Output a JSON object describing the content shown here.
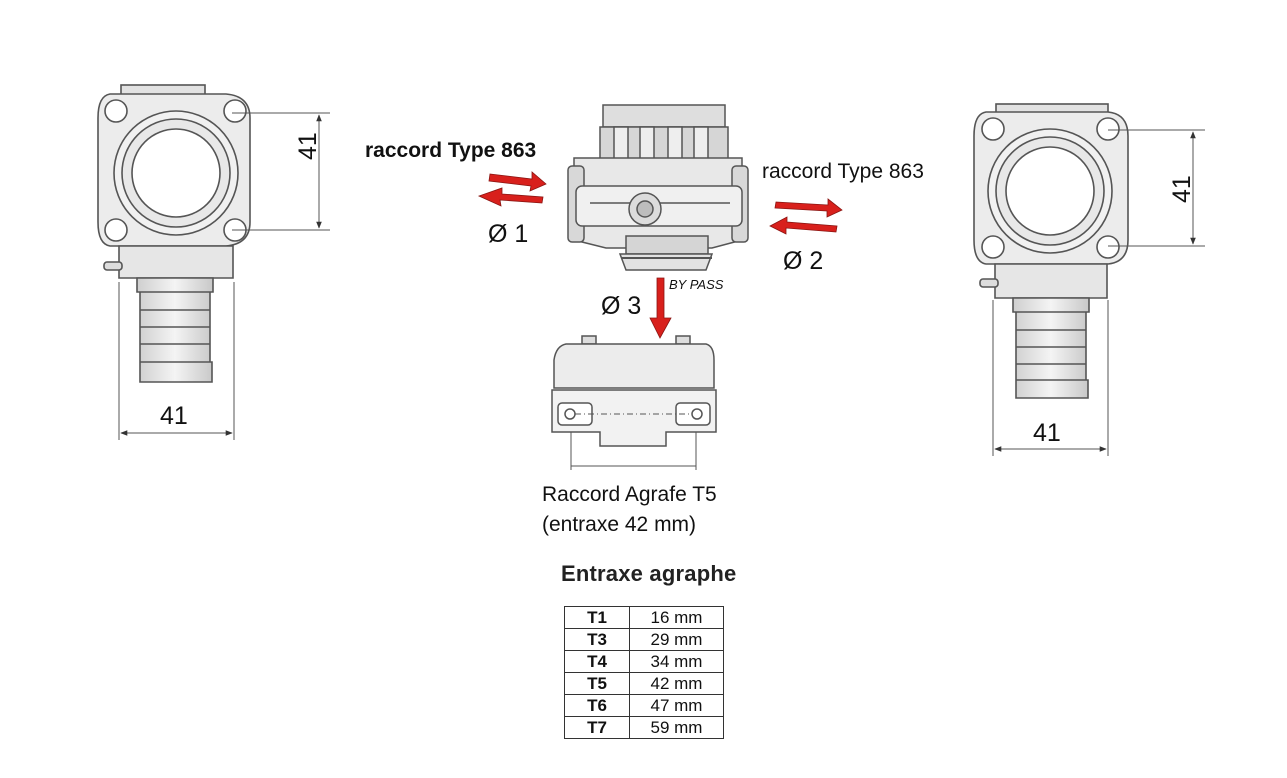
{
  "left_view": {
    "height_dim": "41",
    "width_dim": "41"
  },
  "right_view": {
    "height_dim": "41",
    "width_dim": "41"
  },
  "center": {
    "left_label": "raccord Type 863",
    "right_label": "raccord Type 863",
    "d1": "Ø 1",
    "d2": "Ø 2",
    "d3": "Ø 3",
    "bypass": "BY PASS"
  },
  "clip": {
    "line1": "Raccord Agrafe T5",
    "line2": "(entraxe 42 mm)"
  },
  "table": {
    "title": "Entraxe agraphe",
    "rows": [
      {
        "type": "T1",
        "value": "16 mm"
      },
      {
        "type": "T3",
        "value": "29 mm"
      },
      {
        "type": "T4",
        "value": "34 mm"
      },
      {
        "type": "T5",
        "value": "42 mm"
      },
      {
        "type": "T6",
        "value": "47 mm"
      },
      {
        "type": "T7",
        "value": "59 mm"
      }
    ]
  },
  "colors": {
    "arrow": "#d8201c",
    "line": "#555555",
    "fill": "#e9e9e9"
  }
}
